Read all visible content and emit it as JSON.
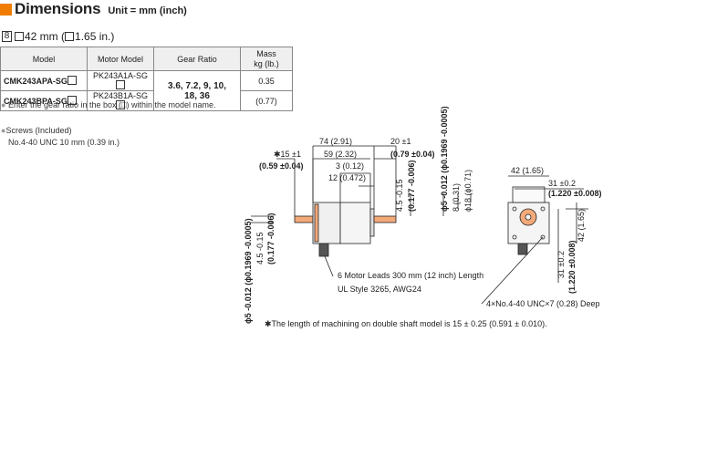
{
  "header": {
    "title": "Dimensions",
    "unit": "Unit = mm (inch)"
  },
  "size": {
    "num": "8",
    "text": "42 mm (",
    "text2": "1.65 in.)"
  },
  "table": {
    "headers": [
      "Model",
      "Motor Model",
      "Gear Ratio",
      "Mass\nkg (lb.)"
    ],
    "rows": [
      {
        "model": "CMK243APA-SG",
        "motor": "PK243A1A-SG",
        "mass": "0.35"
      },
      {
        "model": "CMK243BPA-SG",
        "motor": "PK243B1A-SG",
        "mass": "(0.77)"
      }
    ],
    "ratio_line1": "3.6, 7.2, 9, 10,",
    "ratio_line2": "18, 36"
  },
  "note_gear": "Enter the gear ratio in the box (□) within the model name.",
  "screws": {
    "title": "Screws (Included)",
    "item": "No.4-40 UNC 10 mm (0.39 in.)"
  },
  "dims": {
    "d74": "74 (2.91)",
    "d59": "59 (2.32)",
    "d3": "3 (0.12)",
    "d12": "12 (0.472)",
    "d15": "✱15 ±1",
    "d15b": "(0.59 ±0.04)",
    "d20": "20 ±1",
    "d20b": "(0.79 ±0.04)",
    "d45a": "4.5 -0.15",
    "d45b": "(0.177 -0.006)",
    "d5a": "ϕ5 -0.012 (ϕ0.1969 -0.0005)",
    "d8": "8 (0.31)",
    "d18": "ϕ18 (ϕ0.71)",
    "left45a": "4.5 -0.15",
    "left45b": "(0.177 -0.006)",
    "left5": "ϕ5 -0.012 (ϕ0.1969 -0.0005)",
    "f42": "42 (1.65)",
    "f31": "31 ±0.2",
    "f31b": "(1.220 ±0.008)",
    "f42v": "42 (1.65)",
    "f31v": "31 ±0.2",
    "f31vb": "(1.220 ±0.008)"
  },
  "leads": {
    "line1": "6 Motor Leads 300 mm (12 inch) Length",
    "line2": "UL Style 3265, AWG24"
  },
  "holes": "4×No.4-40 UNC×7 (0.28) Deep",
  "machining_note": "✱The length of machining on double shaft model is 15 ± 0.25 (0.591 ± 0.010)."
}
